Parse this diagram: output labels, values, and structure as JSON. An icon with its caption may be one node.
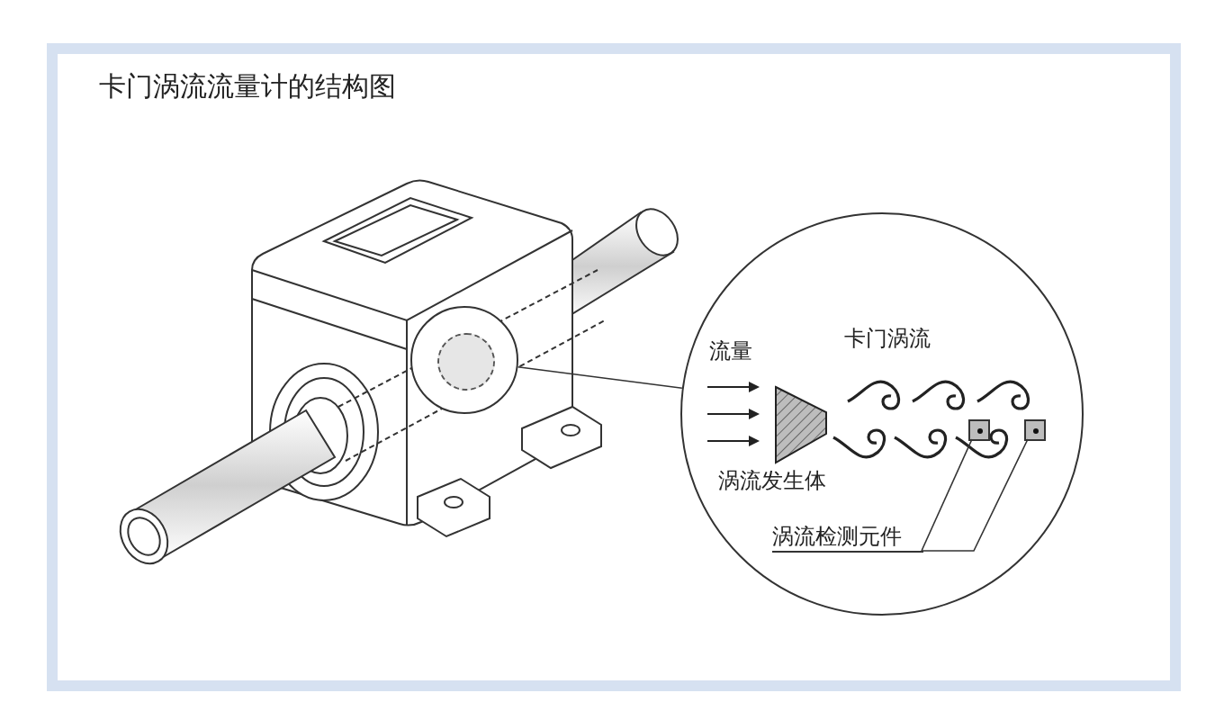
{
  "diagram": {
    "title": "卡门涡流流量计的结构图",
    "nodes": [
      {
        "text": [],
        "shape": "picture"
      },
      {
        "text": [],
        "shape": "circle",
        "in": 0
      },
      {
        "text": [],
        "shape": "circle"
      },
      {
        "text": [
          "涡流检测元件"
        ],
        "in": 2
      },
      {
        "text": [],
        "shape": "box",
        "in": 2
      },
      {
        "text": [],
        "shape": "box",
        "in": 2
      }
    ],
    "edges": [
      {
        "from": 1,
        "to": 2,
        "arrow": "none"
      },
      {
        "from": 3,
        "to": 4,
        "arrow": "none"
      },
      {
        "from": 3,
        "to": 5,
        "arrow": "none"
      }
    ],
    "labels": [
      "流量",
      "卡门涡流",
      "涡流发生体"
    ]
  }
}
